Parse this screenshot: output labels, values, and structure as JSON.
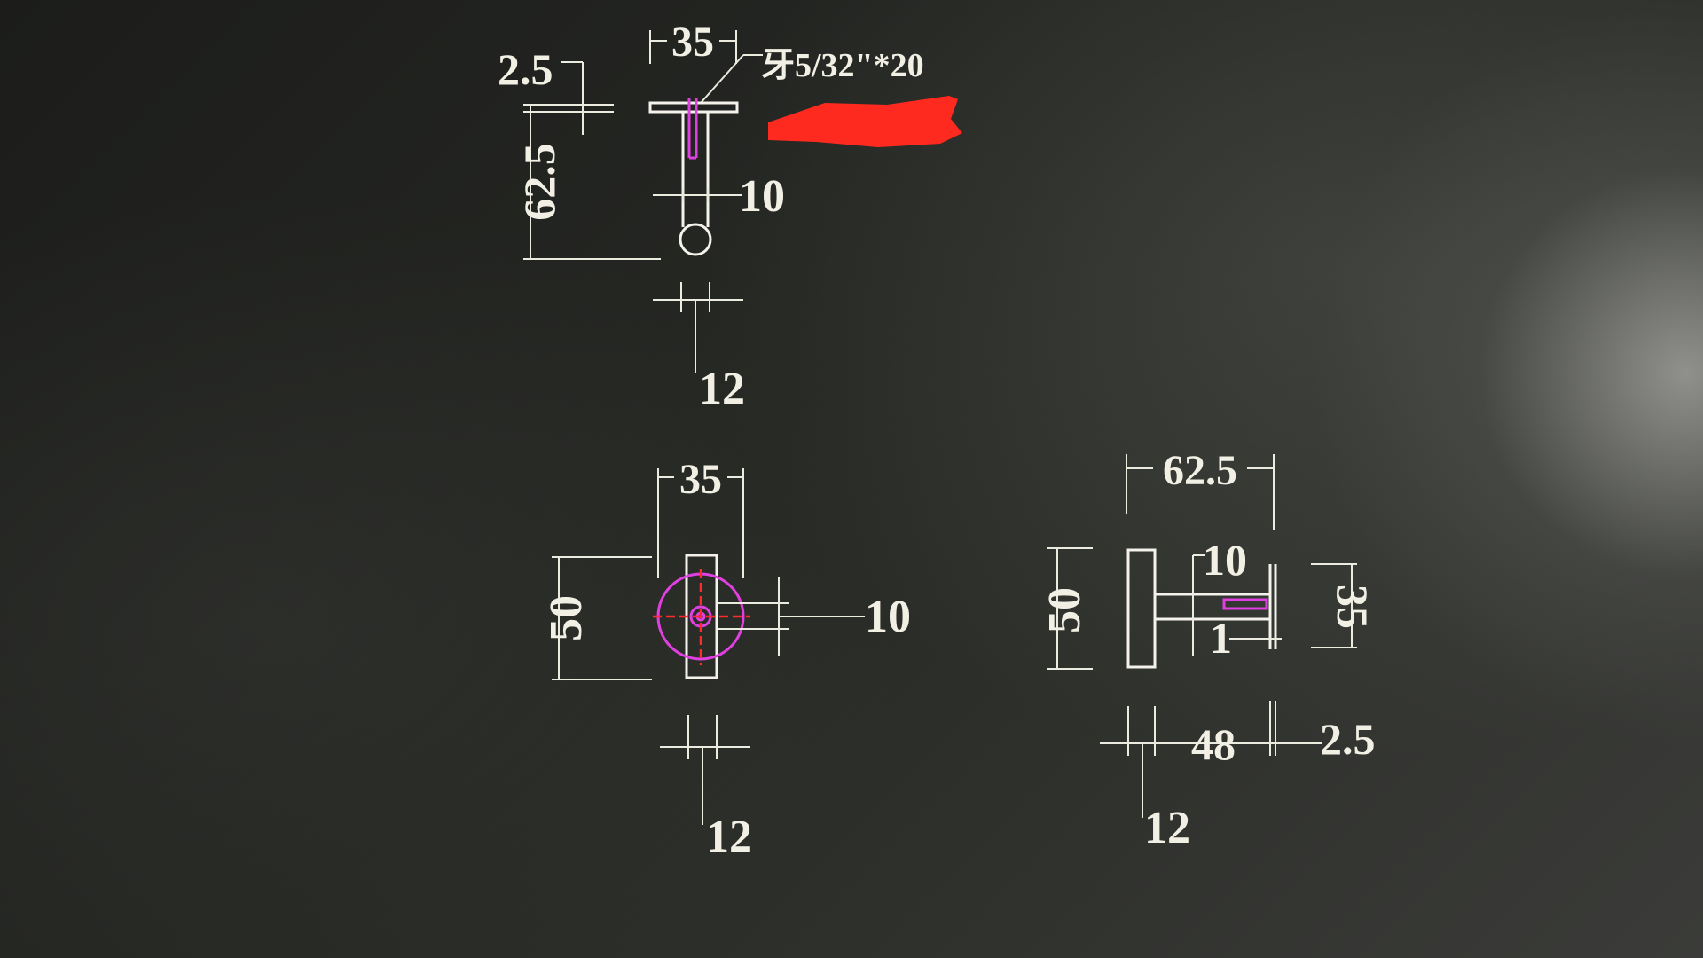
{
  "drawing": {
    "top_view": {
      "dim_width": "35",
      "thread_note": "牙5/32\"*20",
      "dim_flange": "2.5",
      "dim_length": "62.5",
      "dim_rod": "10",
      "dim_base": "12"
    },
    "front_view": {
      "dim_width": "35",
      "dim_height": "50",
      "dim_rod": "10",
      "dim_base": "12"
    },
    "side_view": {
      "dim_length": "62.5",
      "dim_height": "50",
      "dim_rod": "10",
      "dim_gap": "1",
      "dim_right_height": "35",
      "dim_mid": "48",
      "dim_flange": "2.5",
      "dim_base": "12"
    },
    "redaction_color": "#ff2a1f",
    "line_color": "#ecebe0",
    "highlight_color": "#e040e0"
  }
}
